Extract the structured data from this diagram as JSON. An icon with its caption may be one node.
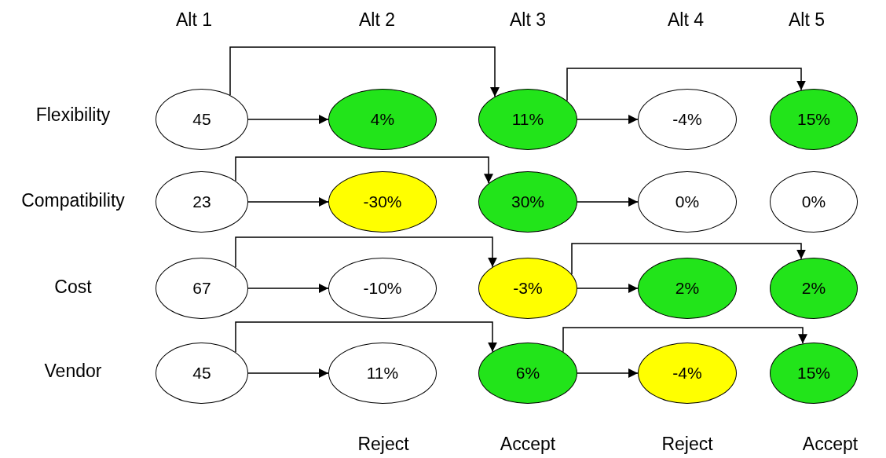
{
  "diagram": {
    "nodes": [
      {
        "text": [
          "45"
        ]
      },
      {
        "text": [
          "4%"
        ]
      },
      {
        "text": [
          "11%"
        ]
      },
      {
        "text": [
          "-4%"
        ]
      },
      {
        "text": [
          "15%"
        ]
      },
      {
        "text": [
          "23"
        ]
      },
      {
        "text": [
          "-30%"
        ]
      },
      {
        "text": [
          "30%"
        ]
      },
      {
        "text": [
          "0%"
        ]
      },
      {
        "text": [
          "0%"
        ]
      },
      {
        "text": [
          "67"
        ]
      },
      {
        "text": [
          "-10%"
        ]
      },
      {
        "text": [
          "-3%"
        ]
      },
      {
        "text": [
          "2%"
        ]
      },
      {
        "text": [
          "2%"
        ]
      },
      {
        "text": [
          "45"
        ]
      },
      {
        "text": [
          "11%"
        ]
      },
      {
        "text": [
          "6%"
        ]
      },
      {
        "text": [
          "-4%"
        ]
      },
      {
        "text": [
          "15%"
        ]
      }
    ],
    "edges": [
      {
        "from": 0,
        "to": 1,
        "arrow": "to"
      },
      {
        "from": 0,
        "to": 2,
        "arrow": "to"
      },
      {
        "from": 2,
        "to": 3,
        "arrow": "to"
      },
      {
        "from": 2,
        "to": 4,
        "arrow": "to"
      },
      {
        "from": 5,
        "to": 6,
        "arrow": "to"
      },
      {
        "from": 5,
        "to": 7,
        "arrow": "to"
      },
      {
        "from": 7,
        "to": 8,
        "arrow": "to"
      },
      {
        "from": 10,
        "to": 11,
        "arrow": "to"
      },
      {
        "from": 10,
        "to": 12,
        "arrow": "to"
      },
      {
        "from": 12,
        "to": 13,
        "arrow": "to"
      },
      {
        "from": 12,
        "to": 14,
        "arrow": "to"
      },
      {
        "from": 15,
        "to": 16,
        "arrow": "to"
      },
      {
        "from": 15,
        "to": 17,
        "arrow": "to"
      },
      {
        "from": 17,
        "to": 18,
        "arrow": "to"
      },
      {
        "from": 17,
        "to": 19,
        "arrow": "to"
      }
    ],
    "labels": [
      "Alt 1",
      "Alt 2",
      "Alt 3",
      "Alt 4",
      "Alt 5",
      "Flexibility",
      "Compatibility",
      "Cost",
      "Vendor",
      "Reject",
      "Accept",
      "Reject",
      "Accept"
    ]
  }
}
